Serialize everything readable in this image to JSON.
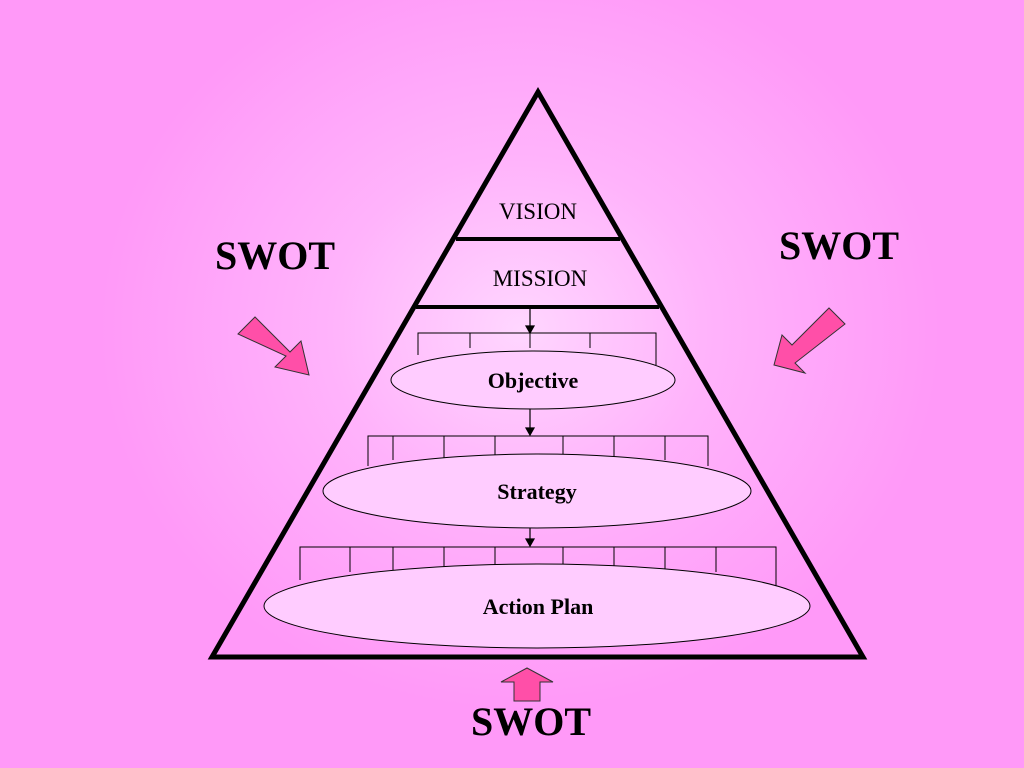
{
  "levels": {
    "vision": "VISION",
    "mission": "MISSION",
    "objective": "Objective",
    "strategy": "Strategy",
    "action_plan": "Action Plan"
  },
  "swot": {
    "left": "SWOT",
    "right": "SWOT",
    "bottom": "SWOT"
  },
  "colors": {
    "background": "#ff99f8",
    "arrow_fill": "#ff4fa8",
    "outline": "#000000"
  }
}
